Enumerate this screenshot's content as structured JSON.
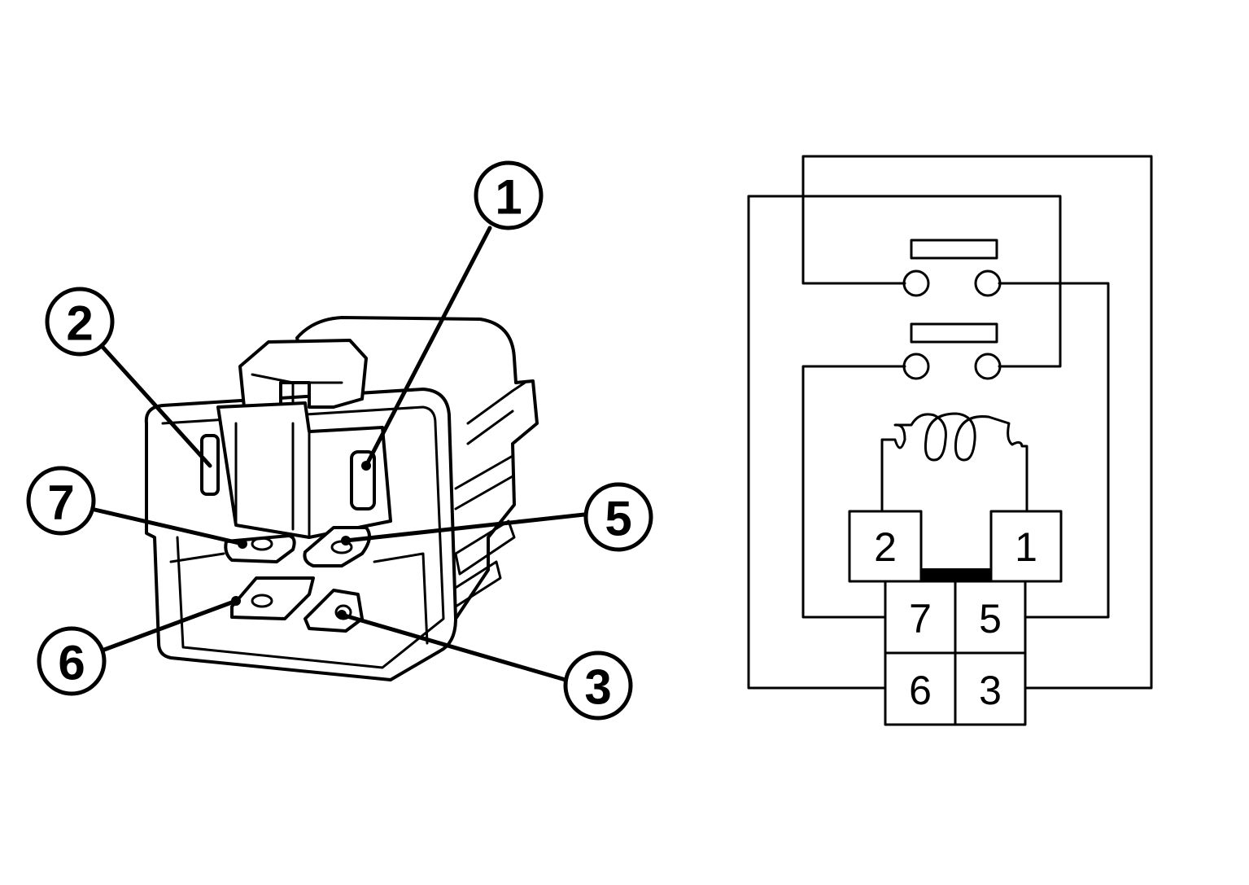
{
  "relay_illustration": {
    "callouts": [
      {
        "id": "1",
        "label": "1"
      },
      {
        "id": "2",
        "label": "2"
      },
      {
        "id": "7",
        "label": "7"
      },
      {
        "id": "5",
        "label": "5"
      },
      {
        "id": "6",
        "label": "6"
      },
      {
        "id": "3",
        "label": "3"
      }
    ]
  },
  "schematic": {
    "pins": [
      {
        "id": "2",
        "label": "2"
      },
      {
        "id": "1",
        "label": "1"
      },
      {
        "id": "7",
        "label": "7"
      },
      {
        "id": "5",
        "label": "5"
      },
      {
        "id": "6",
        "label": "6"
      },
      {
        "id": "3",
        "label": "3"
      }
    ]
  }
}
